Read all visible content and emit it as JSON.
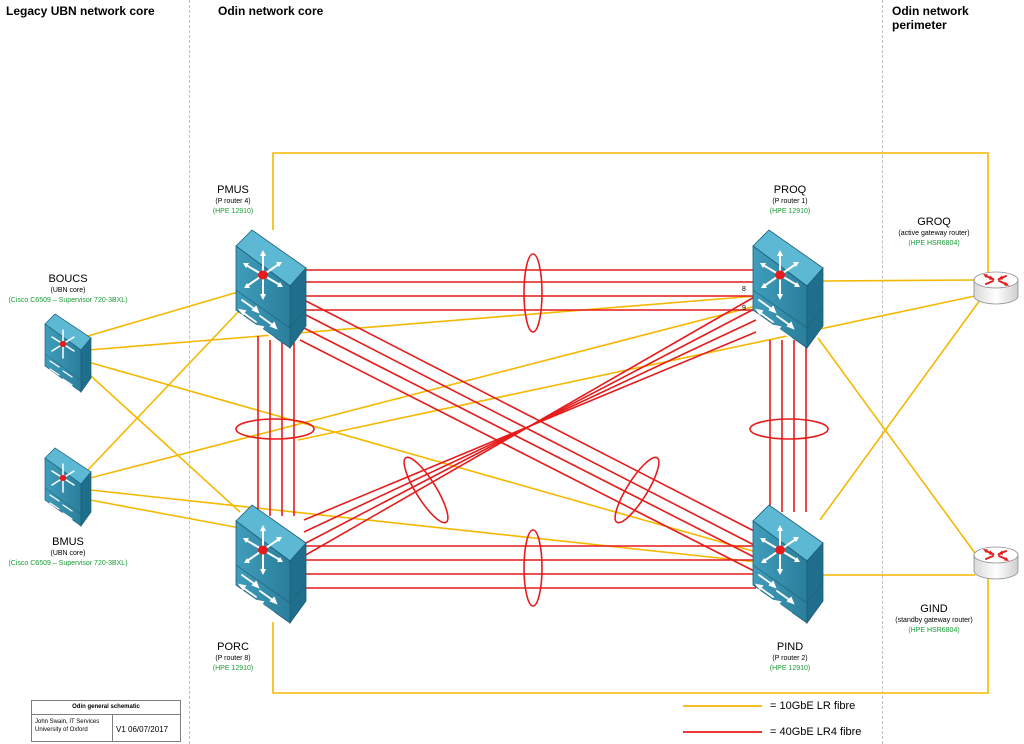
{
  "sections": {
    "legacy": "Legacy UBN network core",
    "core": "Odin network core",
    "perimeter": "Odin network perimeter"
  },
  "nodes": {
    "pmus": {
      "name": "PMUS",
      "role": "(P router 4)",
      "model": "(HPE 12910)"
    },
    "proq": {
      "name": "PROQ",
      "role": "(P router 1)",
      "model": "(HPE 12910)"
    },
    "porc": {
      "name": "PORC",
      "role": "(P router 8)",
      "model": "(HPE 12910)"
    },
    "pind": {
      "name": "PIND",
      "role": "(P router 2)",
      "model": "(HPE 12910)"
    },
    "boucs": {
      "name": "BOUCS",
      "role": "(UBN core)",
      "model": "(Cisco C6509 – Supervisor 720-3BXL)"
    },
    "bmus": {
      "name": "BMUS",
      "role": "(UBN core)",
      "model": "(Cisco C6509 – Supervisor 720-3BXL)"
    },
    "groq": {
      "name": "GROQ",
      "role": "(active gateway router)",
      "model": "(HPE HSR6804)"
    },
    "gind": {
      "name": "GIND",
      "role": "(standby gateway router)",
      "model": "(HPE HSR6804)"
    }
  },
  "port_labels": [
    "8",
    "9"
  ],
  "legend": {
    "lr": "= 10GbE LR fibre",
    "lr4": "= 40GbE LR4 fibre"
  },
  "signature": {
    "title": "Odin general schematic",
    "author_line1": "John Swain, IT Services",
    "author_line2": "University of Oxford",
    "version": "V1 06/07/2017"
  },
  "colors": {
    "lr_fibre": "#f5b800",
    "lr4_fibre": "#e51c1c",
    "device_teal": "#2f8aa8",
    "model_text": "#1a9b36"
  }
}
